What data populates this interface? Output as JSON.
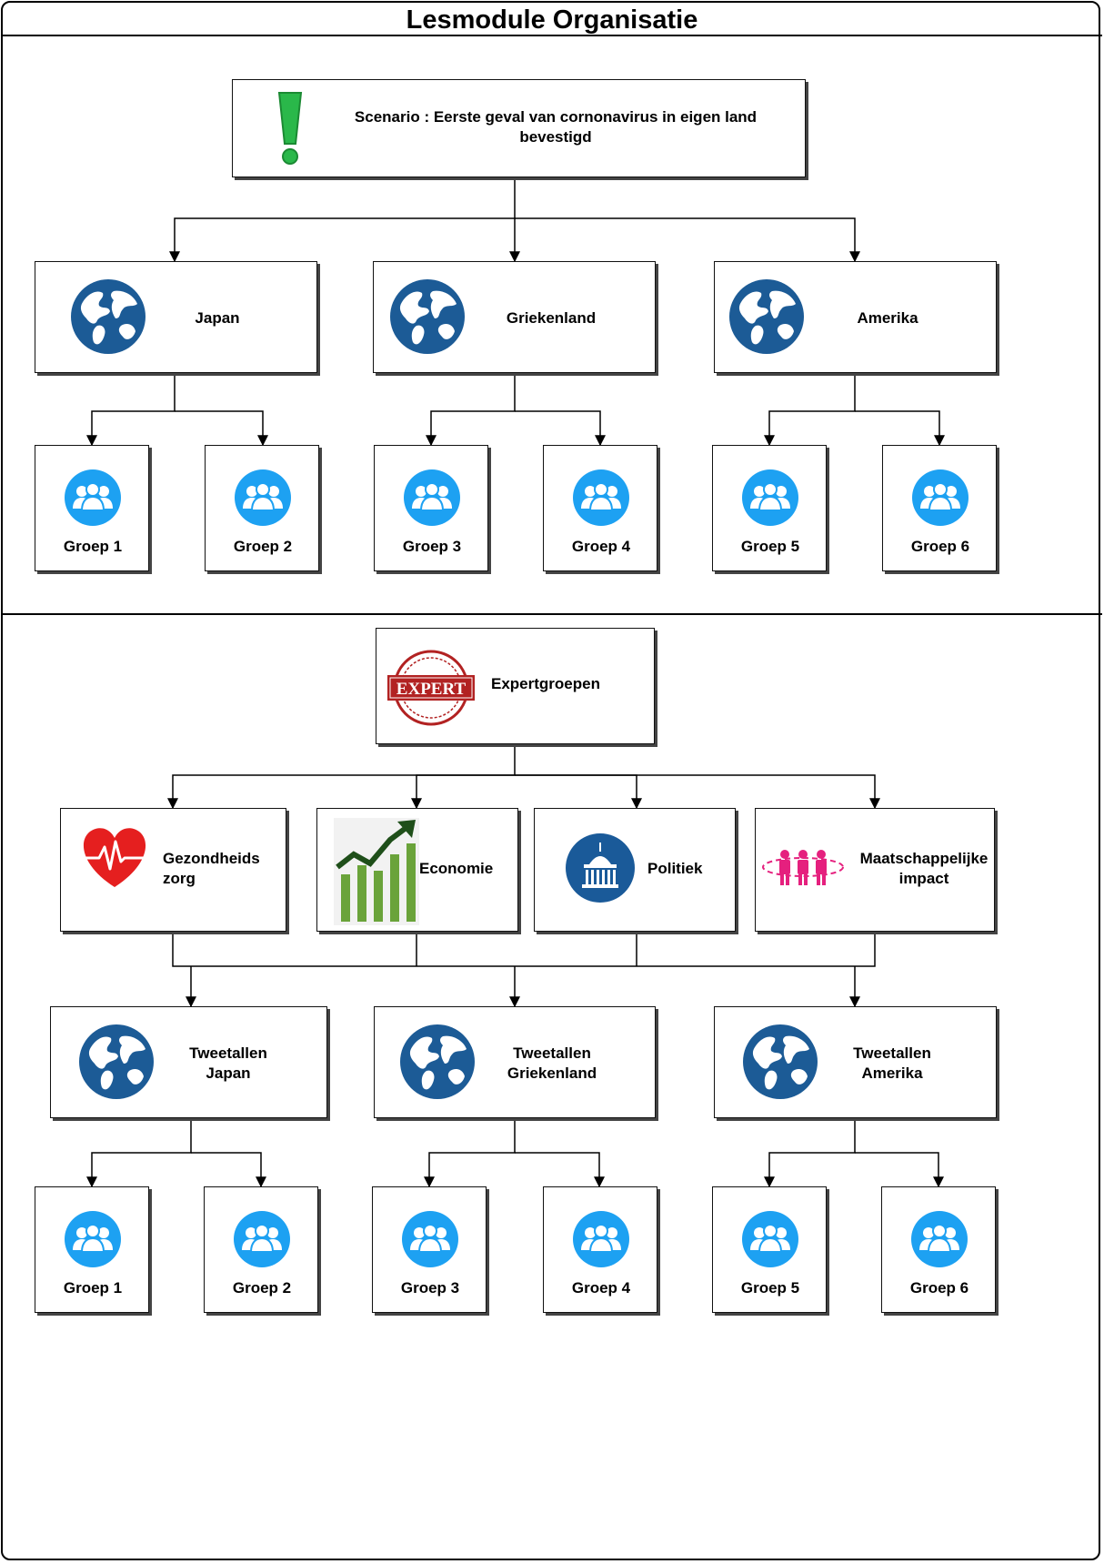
{
  "title": "Lesmodule Organisatie",
  "scenario": {
    "label": "Scenario : Eerste geval van cornonavirus in eigen land bevestigd",
    "icon": "exclamation-icon"
  },
  "countries": [
    {
      "name": "Japan",
      "icon": "globe-icon"
    },
    {
      "name": "Griekenland",
      "icon": "globe-icon"
    },
    {
      "name": "Amerika",
      "icon": "globe-icon"
    }
  ],
  "groups_top": [
    "Groep 1",
    "Groep 2",
    "Groep 3",
    "Groep 4",
    "Groep 5",
    "Groep 6"
  ],
  "expert": {
    "label": "Expertgroepen",
    "icon": "expert-stamp-icon"
  },
  "expert_groups": [
    {
      "name": "Gezondheids zorg",
      "icon": "heart-pulse-icon"
    },
    {
      "name": "Economie",
      "icon": "growth-chart-icon"
    },
    {
      "name": "Politiek",
      "icon": "capitol-building-icon"
    },
    {
      "name": "Maatschappelijke impact",
      "icon": "people-network-icon"
    }
  ],
  "pairs": [
    {
      "name": "Tweetallen Japan",
      "icon": "globe-icon"
    },
    {
      "name": "Tweetallen Griekenland",
      "icon": "globe-icon"
    },
    {
      "name": "Tweetallen Amerika",
      "icon": "globe-icon"
    }
  ],
  "groups_bottom": [
    "Groep 1",
    "Groep 2",
    "Groep 3",
    "Groep 4",
    "Groep 5",
    "Groep 6"
  ],
  "colors": {
    "globe_blue": "#1c5b96",
    "group_blue": "#1da1f2",
    "alert_green": "#2ab84a",
    "heart_red": "#e51f1f",
    "growth_green": "#6aa33a",
    "politics_blue": "#1a5a99",
    "social_pink": "#e5207e",
    "stamp_red": "#b22222"
  }
}
